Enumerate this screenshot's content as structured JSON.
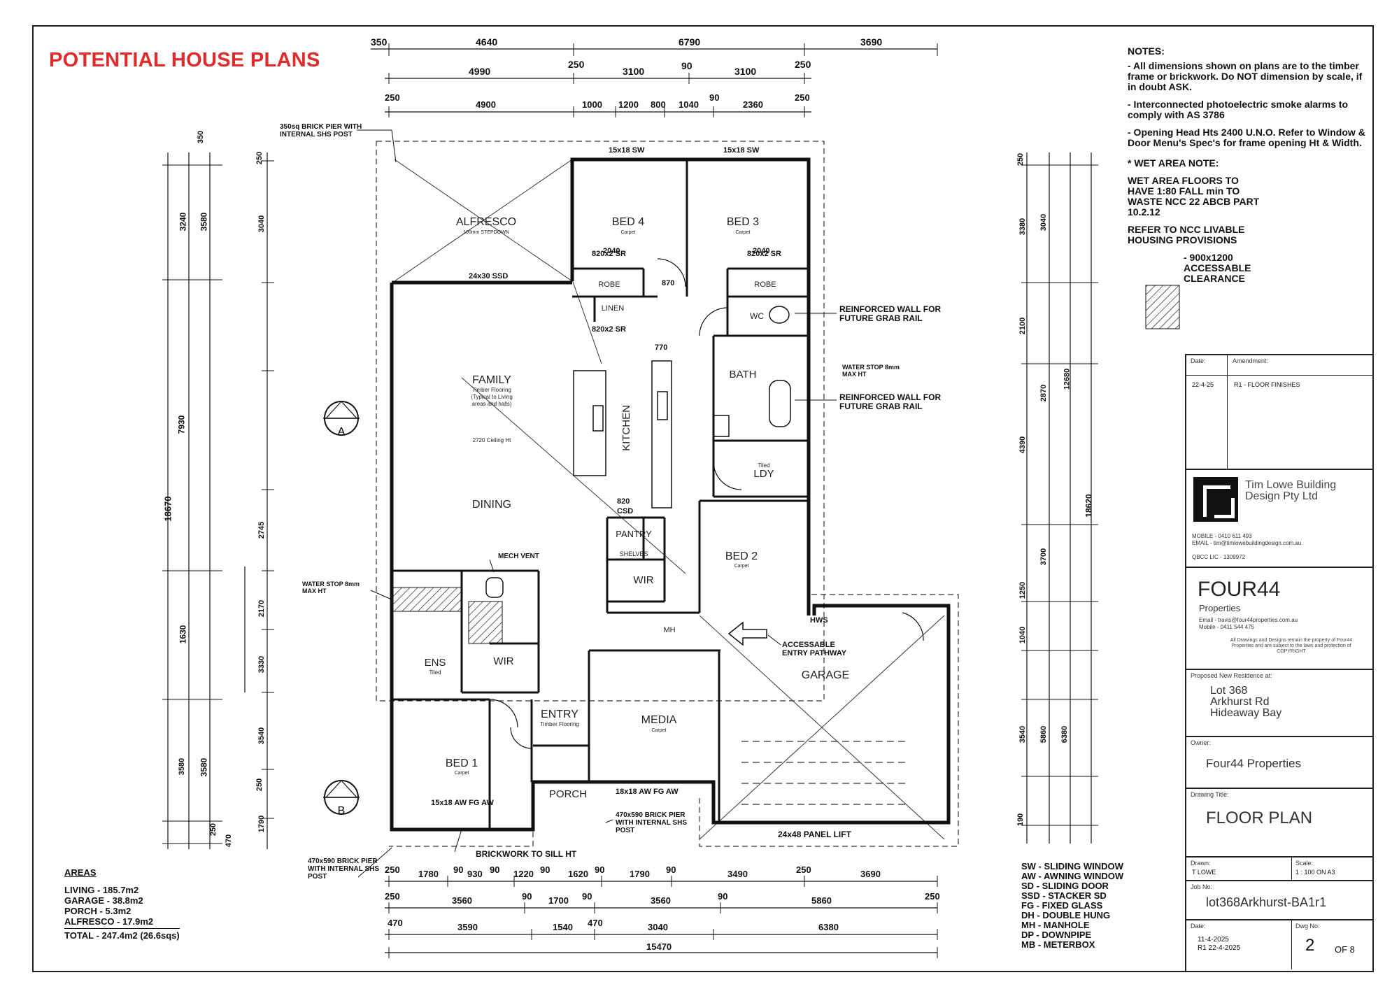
{
  "heading": "POTENTIAL HOUSE PLANS",
  "colors": {
    "heading": "#e02b2b",
    "line": "#111111"
  },
  "rooms": {
    "alfresco": "ALFRESCO",
    "alfresco_sub": "100mm STEPDOWN",
    "bed4": "BED 4",
    "bed3": "BED 3",
    "carpet": "Carpet",
    "family": "FAMILY",
    "family_sub": "Timber Flooring",
    "family_sub2": "(Typical to Living",
    "family_sub3": "areas and halls)",
    "ceiling": "2720 Ceiling Ht",
    "dining": "DINING",
    "kitchen": "KITCHEN",
    "bath": "BATH",
    "wc": "WC",
    "ldy": "LDY",
    "tiled": "Tiled",
    "bed2": "BED 2",
    "pantry": "PANTRY",
    "shelves": "SHELVES",
    "wir": "WIR",
    "ens": "ENS",
    "entry": "ENTRY",
    "entry_sub": "Timber Flooring",
    "media": "MEDIA",
    "garage": "GARAGE",
    "bed1": "BED 1",
    "porch": "PORCH",
    "robe": "ROBE",
    "linen": "LINEN",
    "mh": "MH"
  },
  "labels": {
    "sw1": "15x18 SW",
    "sw2": "15x18 SW",
    "ssd": "24x30 SSD",
    "sr1": "820x2 SR",
    "sr2": "820x2 SR",
    "sr3": "820x2 SR",
    "d2040a": "2040",
    "d2040b": "2040",
    "d870": "870",
    "d770": "770",
    "d820": "820",
    "csd": "CSD",
    "pier": "350sq BRICK PIER WITH INTERNAL SHS POST",
    "grab1": "REINFORCED WALL FOR FUTURE GRAB RAIL",
    "grab2": "REINFORCED WALL FOR FUTURE GRAB RAIL",
    "waterstop1": "WATER STOP 8mm MAX HT",
    "waterstop2": "WATER STOP 8mm MAX HT",
    "mech": "MECH VENT",
    "access_path": "ACCESSABLE ENTRY PATHWAY",
    "panel_lift": "24x48 PANEL LIFT",
    "brick_sill": "BRICKWORK TO SILL HT",
    "pier2": "470x590 BRICK PIER WITH INTERNAL SHS POST",
    "pier3": "470x590 BRICK PIER WITH INTERNAL SHS POST",
    "aw_bed1": "15x18 AW FG AW",
    "aw_media": "18x18 AW FG AW",
    "hws": "HWS",
    "section_a": "A",
    "section_b": "B"
  },
  "dims": {
    "top1": [
      "350",
      "4640",
      "6790",
      "3690"
    ],
    "top2": [
      "4990",
      "250",
      "3100",
      "90",
      "3100",
      "250"
    ],
    "top3": [
      "250",
      "4900",
      "1000",
      "1200",
      "800",
      "1040",
      "90",
      "2360",
      "250"
    ],
    "bot1": [
      "250",
      "1780",
      "90",
      "930",
      "90",
      "1220",
      "90",
      "1620",
      "90",
      "1790",
      "90",
      "3490",
      "250",
      "3690"
    ],
    "bot2": [
      "250",
      "3560",
      "90",
      "1700",
      "90",
      "3560",
      "90",
      "5860",
      "250"
    ],
    "bot3": [
      "470",
      "3590",
      "1540",
      "470",
      "3040",
      "6380"
    ],
    "bot4": [
      "15470"
    ],
    "left_outer": [
      "350",
      "3240",
      "3580",
      "1630",
      "3580",
      "250",
      "470",
      "18670"
    ],
    "left_inner": [
      "250",
      "3040",
      "7930",
      "2745",
      "2170",
      "3330",
      "3540",
      "3580",
      "250",
      "1790"
    ],
    "right_outer": [
      "250",
      "3380",
      "2100",
      "4390",
      "3700",
      "1250",
      "1040",
      "3540",
      "190"
    ],
    "right_inner": [
      "3040",
      "2870",
      "12680",
      "18620",
      "5860",
      "6380"
    ]
  },
  "notes": {
    "title": "NOTES:",
    "n1": "- All dimensions shown on plans are to the timber frame or brickwork. Do NOT dimension by scale, if in doubt ASK.",
    "n2": "- Interconnected photoelectric smoke alarms to comply with AS 3786",
    "n3": "- Opening Head Hts 2400 U.N.O. Refer to Window & Door Menu's Spec's for frame opening Ht & Width.",
    "wet_title": "* WET AREA NOTE:",
    "wet": "WET AREA FLOORS TO HAVE 1:80 FALL min TO WASTE NCC 22 ABCB PART 10.2.12",
    "ref": "REFER TO NCC LIVABLE HOUSING PROVISIONS",
    "clearance": "- 900x1200 ACCESSABLE CLEARANCE"
  },
  "areas": {
    "title": "AREAS",
    "living": "LIVING - 185.7m2",
    "garage": "GARAGE - 38.8m2",
    "porch": "PORCH - 5.3m2",
    "alfresco": "ALFRESCO - 17.9m2",
    "total": "TOTAL - 247.4m2 (26.6sqs)"
  },
  "legend": [
    "SW - SLIDING WINDOW",
    "AW - AWNING WINDOW",
    "SD - SLIDING DOOR",
    "SSD - STACKER SD",
    "FG - FIXED GLASS",
    "DH - DOUBLE HUNG",
    "MH - MANHOLE",
    "DP - DOWNPIPE",
    "MB - METERBOX"
  ],
  "titleblock": {
    "date_lbl": "Date:",
    "amend_lbl": "Amendment:",
    "date1": "22-4-25",
    "amend1": "R1 - FLOOR FINISHES",
    "designer": "Tim Lowe Building Design Pty Ltd",
    "mobile": "MOBILE - 0410 611 493",
    "email": "EMAIL - tim@timlowebuildingdesign.com.au",
    "qbcc": "QBCC LIC - 1309972",
    "company": "FOUR44",
    "company_sub": "Properties",
    "company_email": "Email - travis@four44properties.com.au",
    "company_mobile": "Mobile - 0411 544 475",
    "copyright": "All Drawings and Designs remain the property of Four44 Properties and are subject to the laws and protection of COPYRIGHT",
    "residence_lbl": "Proposed New Residence at:",
    "lot": "Lot 368",
    "road": "Arkhurst Rd",
    "suburb": "Hideaway Bay",
    "owner_lbl": "Owner:",
    "owner": "Four44 Properties",
    "dtitle_lbl": "Drawing Title:",
    "dtitle": "FLOOR PLAN",
    "drawn_lbl": "Drawn:",
    "drawn": "T LOWE",
    "scale_lbl": "Scale:",
    "scale": "1 : 100 ON A3",
    "job_lbl": "Job No:",
    "job": "lot368Arkhurst-BA1r1",
    "date2_lbl": "Date:",
    "date2a": "11-4-2025",
    "date2b": "R1 22-4-2025",
    "dwg_lbl": "Dwg No:",
    "dwg": "2",
    "of": "OF 8"
  }
}
